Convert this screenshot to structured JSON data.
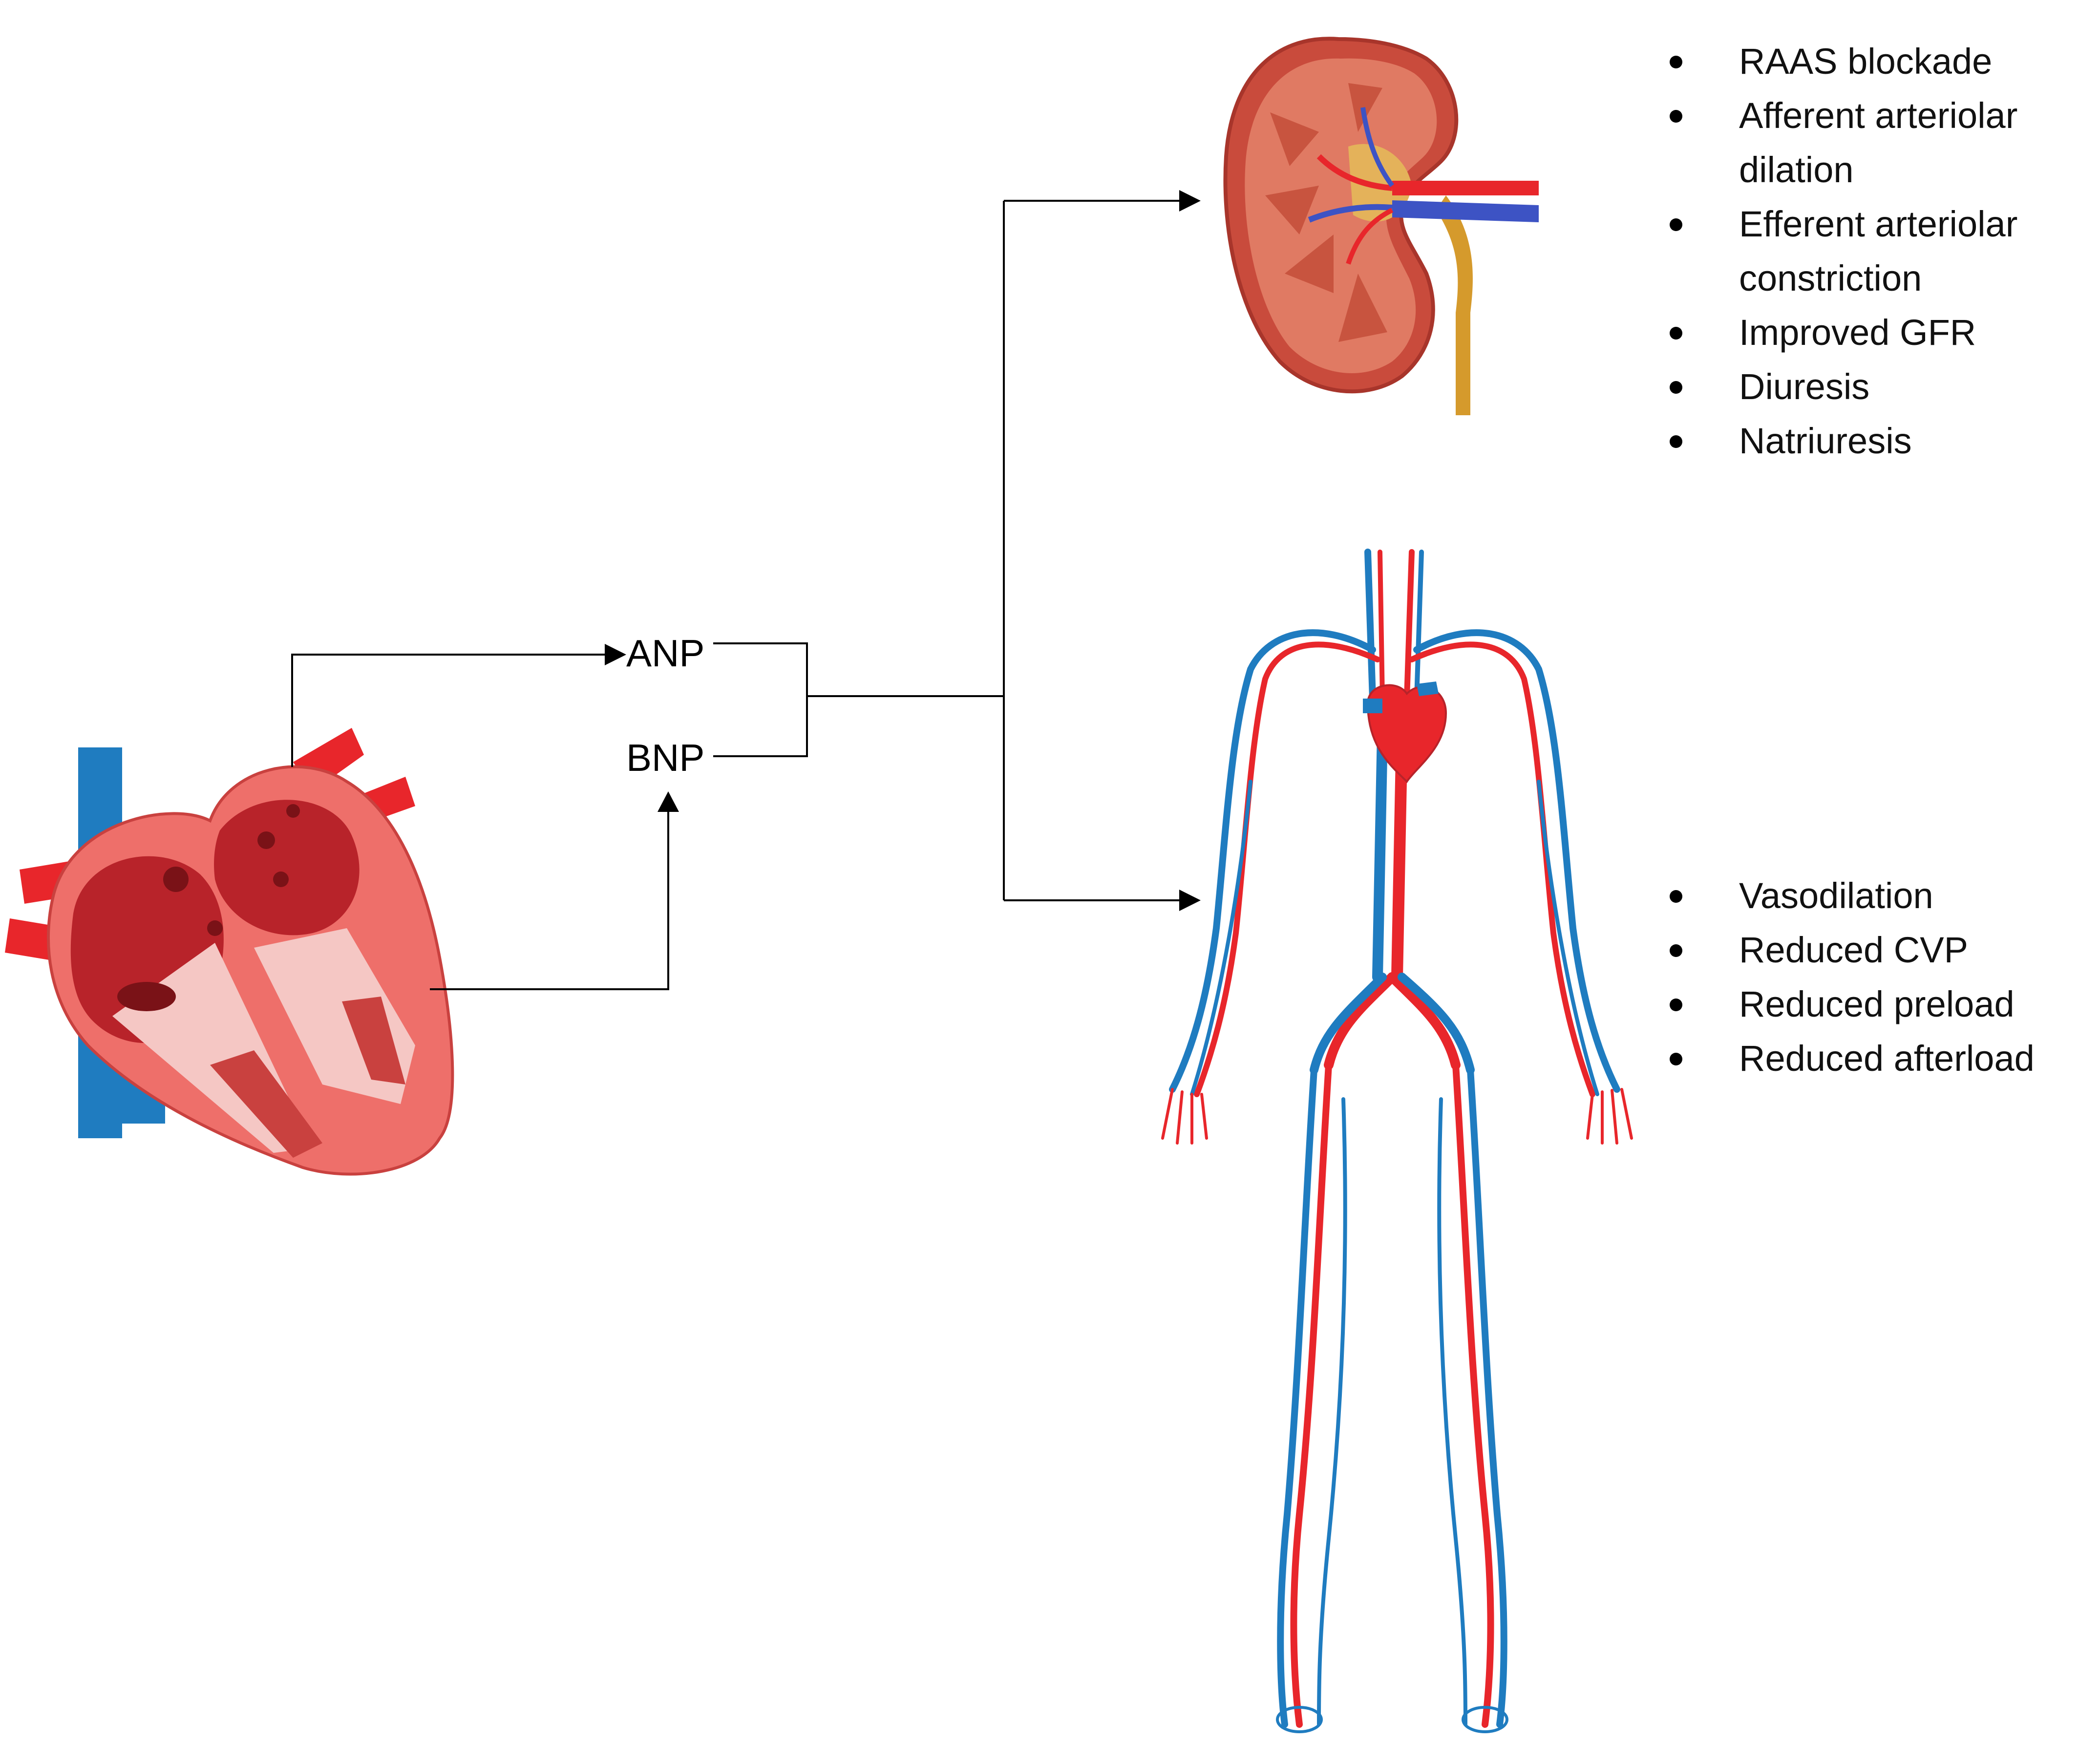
{
  "hormones": {
    "anp": "ANP",
    "bnp": "BNP"
  },
  "kidney_effects": [
    "RAAS blockade",
    "Afferent arteriolar dilation",
    "Efferent arteriolar constriction",
    "Improved GFR",
    "Diuresis",
    "Natriuresis"
  ],
  "vascular_effects": [
    "Vasodilation",
    "Reduced CVP",
    "Reduced preload",
    "Reduced afterload"
  ],
  "colors": {
    "artery_red": "#e8262b",
    "vein_blue": "#1f7cc0",
    "myocardium": "#ee6f6a",
    "chamber": "#b8232a",
    "kidney_cortex": "#d9664f",
    "ureter": "#d59a2c"
  }
}
